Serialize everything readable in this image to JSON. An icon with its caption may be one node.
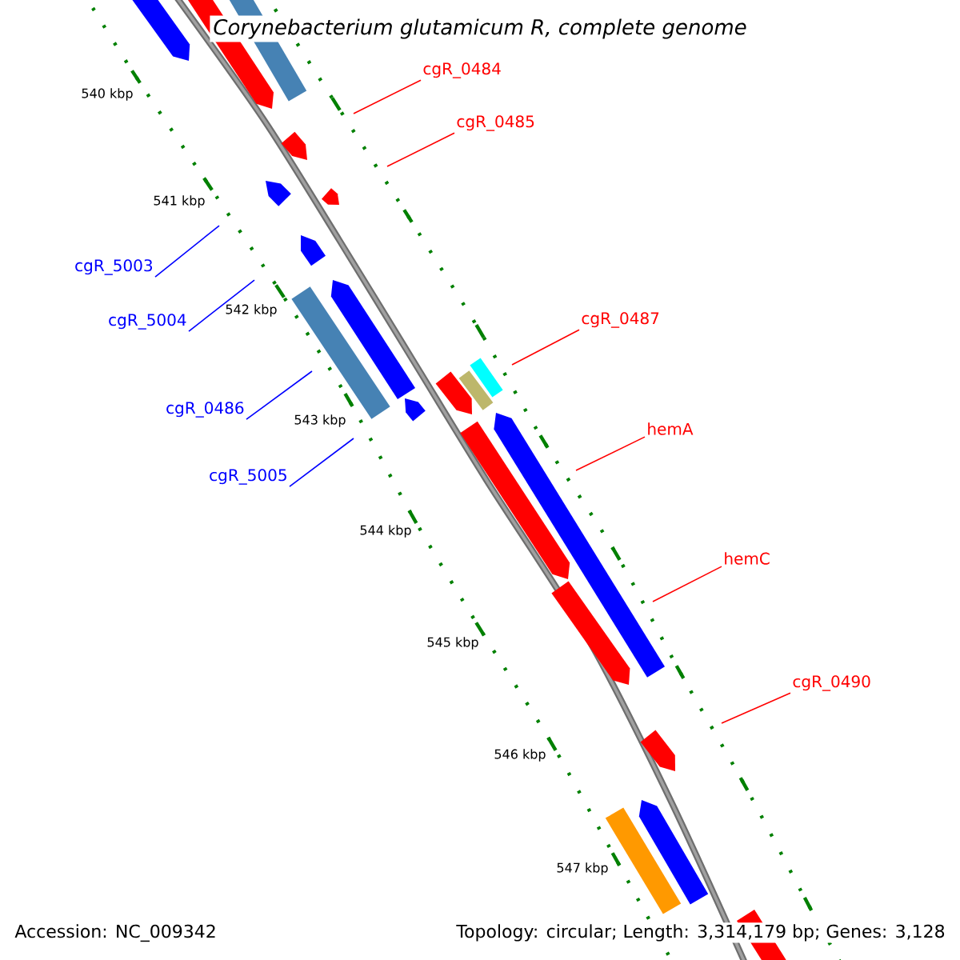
{
  "diagram": {
    "title": "Corynebacterium glutamicum R, complete genome",
    "nodes": [
      {
        "text": [
          "cgR_0484"
        ]
      },
      {
        "text": [
          "cgR_0485"
        ]
      },
      {
        "text": [
          "cgR_5003"
        ]
      },
      {
        "text": [
          "cgR_5004"
        ]
      },
      {
        "text": [
          "cgR_0486"
        ]
      },
      {
        "text": [
          "cgR_5005"
        ]
      },
      {
        "text": [
          "cgR_0487"
        ]
      },
      {
        "text": [
          "hemA"
        ]
      },
      {
        "text": [
          "hemC"
        ]
      },
      {
        "text": [
          "cgR_0490"
        ]
      }
    ],
    "edges": [
      {
        "from": 0,
        "to": null,
        "arrow": "none",
        "color": "#ff0000"
      },
      {
        "from": 1,
        "to": null,
        "arrow": "none",
        "color": "#ff0000"
      },
      {
        "from": 2,
        "to": null,
        "arrow": "none",
        "color": "#0000ff"
      },
      {
        "from": 3,
        "to": null,
        "arrow": "none",
        "color": "#0000ff"
      },
      {
        "from": 4,
        "to": null,
        "arrow": "none",
        "color": "#0000ff"
      },
      {
        "from": 5,
        "to": null,
        "arrow": "none",
        "color": "#0000ff"
      },
      {
        "from": 6,
        "to": null,
        "arrow": "none",
        "color": "#ff0000"
      },
      {
        "from": 7,
        "to": null,
        "arrow": "none",
        "color": "#ff0000"
      },
      {
        "from": 8,
        "to": null,
        "arrow": "none",
        "color": "#ff0000"
      },
      {
        "from": 9,
        "to": null,
        "arrow": "none",
        "color": "#ff0000"
      }
    ],
    "labels": [
      "540 kbp",
      "541 kbp",
      "542 kbp",
      "543 kbp",
      "544 kbp",
      "545 kbp",
      "546 kbp",
      "547 kbp",
      "Accession: NC_009342",
      "Topology: circular; Length: 3,314,179 bp; Genes: 3,128"
    ]
  }
}
